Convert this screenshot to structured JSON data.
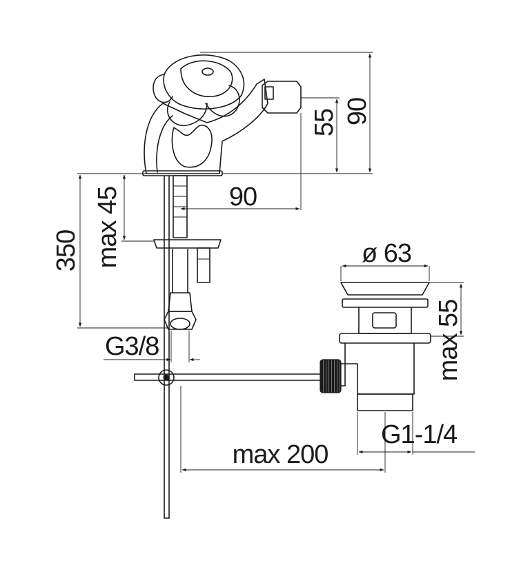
{
  "drawing": {
    "line_color": "#1a1a1a",
    "background_color": "#ffffff"
  },
  "dimensions": {
    "spout_height": "55",
    "tap_height": "90",
    "spout_reach": "90",
    "max_deck_thickness": "max 45",
    "hose_length": "350",
    "inlet_thread": "G3/8",
    "waste_diameter": "ø 63",
    "waste_max_height": "max 55",
    "waste_thread": "G1-1/4",
    "rod_max_length": "max 200"
  }
}
